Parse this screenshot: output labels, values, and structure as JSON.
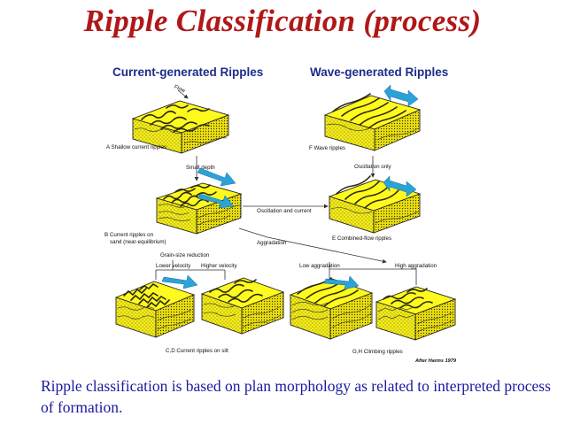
{
  "title": "Ripple Classification (process)",
  "columns": {
    "left": "Current-generated Ripples",
    "right": "Wave-generated Ripples"
  },
  "figure": {
    "flow_label": "Flow",
    "labels": {
      "a": "A  Shallow current ripples",
      "f": "F  Wave ripples",
      "small_depth": "Small depth",
      "oscillation_only": "Oscillation only",
      "oscillation_current": "Oscillation and current",
      "b_line1": "B  Current ripples on",
      "b_line2": "sand (near-equilibrium)",
      "e": "E  Combined-flow ripples",
      "aggradation": "Aggradation",
      "grain_size": "Grain-size  reduction",
      "lower_velocity": "Lower velocity",
      "higher_velocity": "Higher velocity",
      "low_aggradation": "Low aggradation",
      "high_aggradation": "High aggradation",
      "cd": "C,D  Current ripples on silt",
      "gh": "G,H  Climbing ripples",
      "credit": "After Harms 1979"
    }
  },
  "caption": "Ripple classification is based on plan morphology as related to interpreted process of formation.",
  "colors": {
    "title": "#b01818",
    "heading": "#1c2c8a",
    "caption": "#1a1aa0",
    "block_top": "#fffa1e",
    "arrow": "#2aa3d8"
  }
}
